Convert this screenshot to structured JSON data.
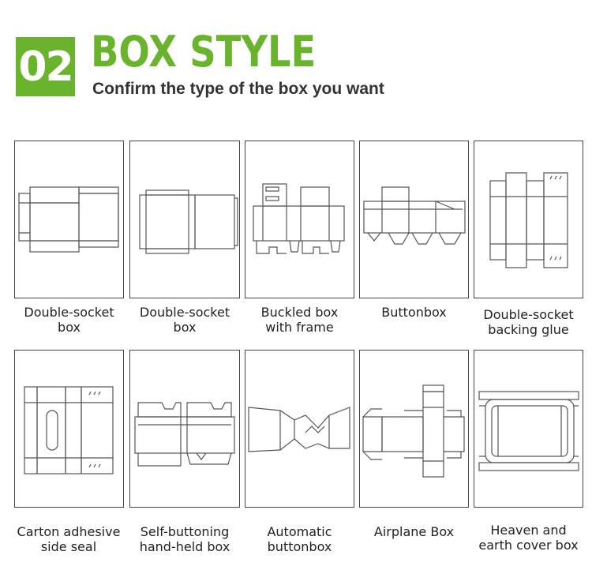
{
  "header": {
    "badge": "02",
    "title": "BOX STYLE",
    "subtitle": "Confirm the type of the box you want",
    "accent_color": "#6ab42d"
  },
  "boxes": [
    {
      "label": "Double-socket\nbox",
      "icon": "double-socket-box-icon"
    },
    {
      "label": "Double-socket\nbox",
      "icon": "double-socket-box-icon"
    },
    {
      "label": "Buckled box\nwith frame",
      "icon": "buckled-box-frame-icon"
    },
    {
      "label": "Buttonbox",
      "icon": "buttonbox-icon"
    },
    {
      "label": "Double-socket\nbacking glue",
      "icon": "double-socket-backing-glue-icon"
    },
    {
      "label": "Carton adhesive\nside seal",
      "icon": "carton-adhesive-side-seal-icon"
    },
    {
      "label": "Self-buttoning\nhand-held box",
      "icon": "self-buttoning-hand-held-box-icon"
    },
    {
      "label": "Automatic\nbuttonbox",
      "icon": "automatic-buttonbox-icon"
    },
    {
      "label": "Airplane Box",
      "icon": "airplane-box-icon"
    },
    {
      "label": "Heaven and\nearth cover box",
      "icon": "heaven-earth-cover-box-icon"
    }
  ]
}
